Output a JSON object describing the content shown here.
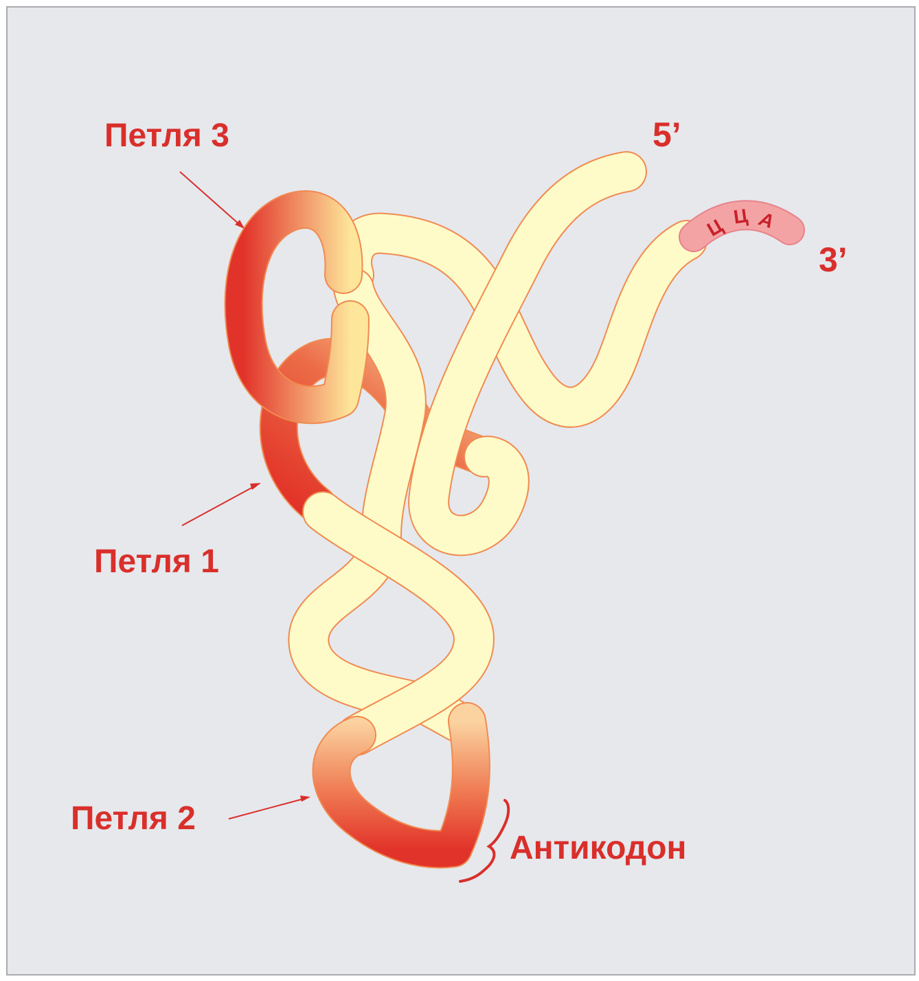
{
  "labels": {
    "loop3": "Петля 3",
    "loop1": "Петля 1",
    "loop2": "Петля 2",
    "anticodon": "Антикодон",
    "end5": "5’",
    "end3": "3’"
  },
  "cca": [
    "Ц",
    "Ц",
    "А"
  ],
  "colors": {
    "background": "#e6e8ec",
    "frame": "#a9abae",
    "strand_fill": "#fffbc8",
    "strand_outline": "#f08a50",
    "loop_dark": "#e3342a",
    "loop_light": "#fad694",
    "cca_fill": "#f3a3a3",
    "label_red": "#d92f2b"
  }
}
